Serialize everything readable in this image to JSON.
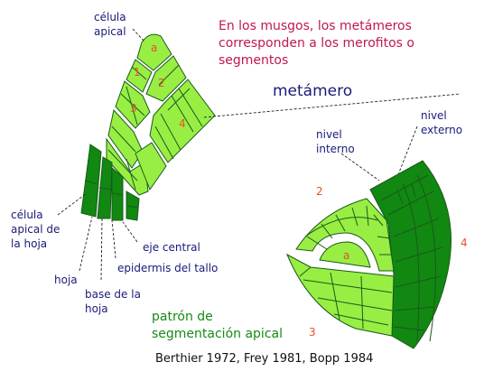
{
  "labels": {
    "celula_apical": "célula\napical",
    "intro": "En los musgos, los metámeros\ncorresponden a los merofitos o\nsegmentos",
    "metamero": "metámero",
    "nivel_externo": "nivel\nexterno",
    "nivel_interno": "nivel\ninterno",
    "celula_apical_hoja": "célula\napical de\nla hoja",
    "hoja": "hoja",
    "base_hoja": "base de la\nhoja",
    "eje_central": "eje central",
    "epidermis": "epidermis del tallo",
    "patron": "patrón de\nsegmentación apical",
    "citation": "Berthier 1972, Frey 1981, Bopp 1984"
  },
  "segment_labels": {
    "left_a": "a",
    "left_1": "1",
    "left_2": "2",
    "left_3": "3",
    "left_4": "4",
    "right_a": "a",
    "right_2": "2",
    "right_3": "3",
    "right_4": "4"
  },
  "colors": {
    "light_green": "#99ee44",
    "dark_green": "#118811",
    "outline": "#1a5a1a",
    "navy": "#1a1a7a",
    "number": "#e8502a",
    "title": "#c0184a",
    "caption_green": "#168a16"
  }
}
